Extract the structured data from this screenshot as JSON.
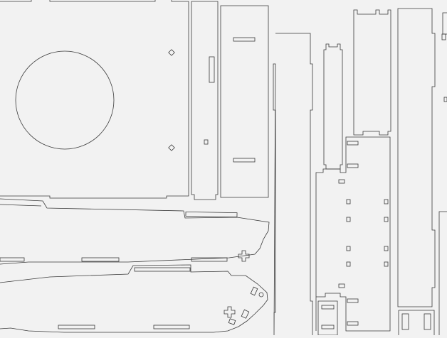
{
  "colors": {
    "background": "#f2f2f2",
    "stroke": "#3a3a3a"
  },
  "diagram": {
    "kind": "laser-cut panel layout",
    "parts": [
      {
        "id": "part-large-panel-with-circle"
      },
      {
        "id": "part-narrow-slotted-strip"
      },
      {
        "id": "part-panel-with-two-slots"
      },
      {
        "id": "part-long-strip"
      },
      {
        "id": "part-short-tabbed-strip"
      },
      {
        "id": "part-tall-tabbed-panel-top"
      },
      {
        "id": "part-tall-slotted-panel"
      },
      {
        "id": "part-far-right-strip"
      },
      {
        "id": "part-right-edge-strip"
      },
      {
        "id": "part-curved-arm-upper"
      },
      {
        "id": "part-curved-arm-lower"
      }
    ]
  }
}
